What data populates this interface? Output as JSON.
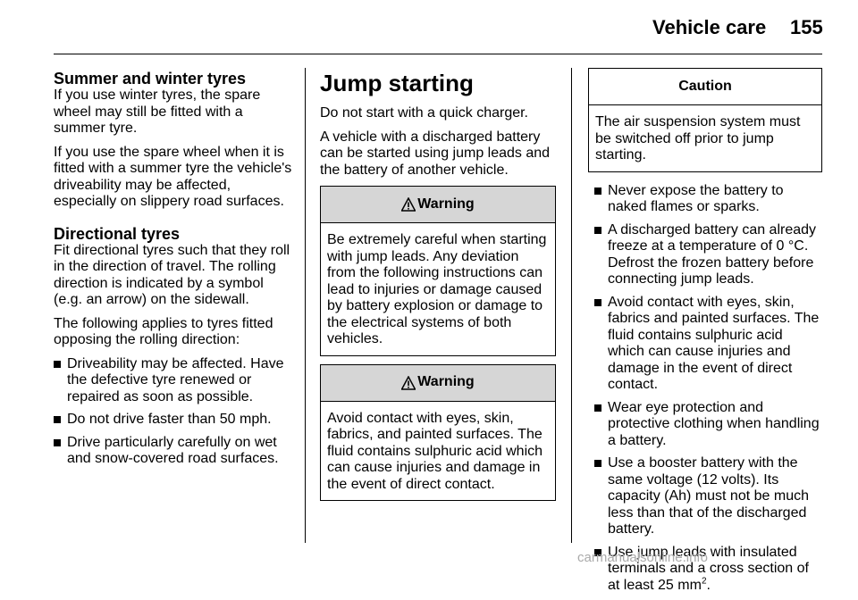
{
  "header": {
    "title": "Vehicle care",
    "page_number": "155"
  },
  "column1": {
    "section1": {
      "heading": "Summer and winter tyres",
      "paragraphs": [
        "If you use winter tyres, the spare wheel may still be fitted with a summer tyre.",
        "If you use the spare wheel when it is fitted with a summer tyre the vehicle's driveability may be affected, especially on slippery road surfaces."
      ]
    },
    "section2": {
      "heading": "Directional tyres",
      "paragraphs": [
        "Fit directional tyres such that they roll in the direction of travel. The rolling direction is indicated by a symbol (e.g. an arrow) on the sidewall.",
        "The following applies to tyres fitted opposing the rolling direction:"
      ],
      "bullets": [
        "Driveability may be affected. Have the defective tyre renewed or repaired as soon as possible.",
        "Do not drive faster than 50 mph.",
        "Drive particularly carefully on wet and snow-covered road surfaces."
      ]
    }
  },
  "column2": {
    "heading": "Jump starting",
    "paragraphs": [
      "Do not start with a quick charger.",
      "A vehicle with a discharged battery can be started using jump leads and the battery of another vehicle."
    ],
    "warning1": {
      "title": "Warning",
      "text": "Be extremely careful when starting with jump leads. Any deviation from the following instructions can lead to injuries or damage caused by battery explosion or damage to the electrical systems of both vehicles."
    },
    "warning2": {
      "title": "Warning",
      "text": "Avoid contact with eyes, skin, fabrics, and painted surfaces. The fluid contains sulphuric acid which can cause injuries and damage in the event of direct contact."
    }
  },
  "column3": {
    "caution": {
      "title": "Caution",
      "text": "The air suspension system must be switched off prior to jump starting."
    },
    "bullets": [
      "Never expose the battery to naked flames or sparks.",
      "A discharged battery can already freeze at a temperature of 0 °C. Defrost the frozen battery before connecting jump leads.",
      "Avoid contact with eyes, skin, fabrics and painted surfaces. The fluid contains sulphuric acid which can cause injuries and damage in the event of direct contact.",
      "Wear eye protection and protective clothing when handling a battery.",
      "Use a booster battery with the same voltage (12 volts). Its capacity (Ah) must not be much less than that of the discharged battery."
    ],
    "last_bullet": {
      "text": "Use jump leads with insulated terminals and a cross section of at least 25 mm",
      "superscript": "2",
      "suffix": "."
    }
  },
  "watermark": "carmanualsonline.info"
}
